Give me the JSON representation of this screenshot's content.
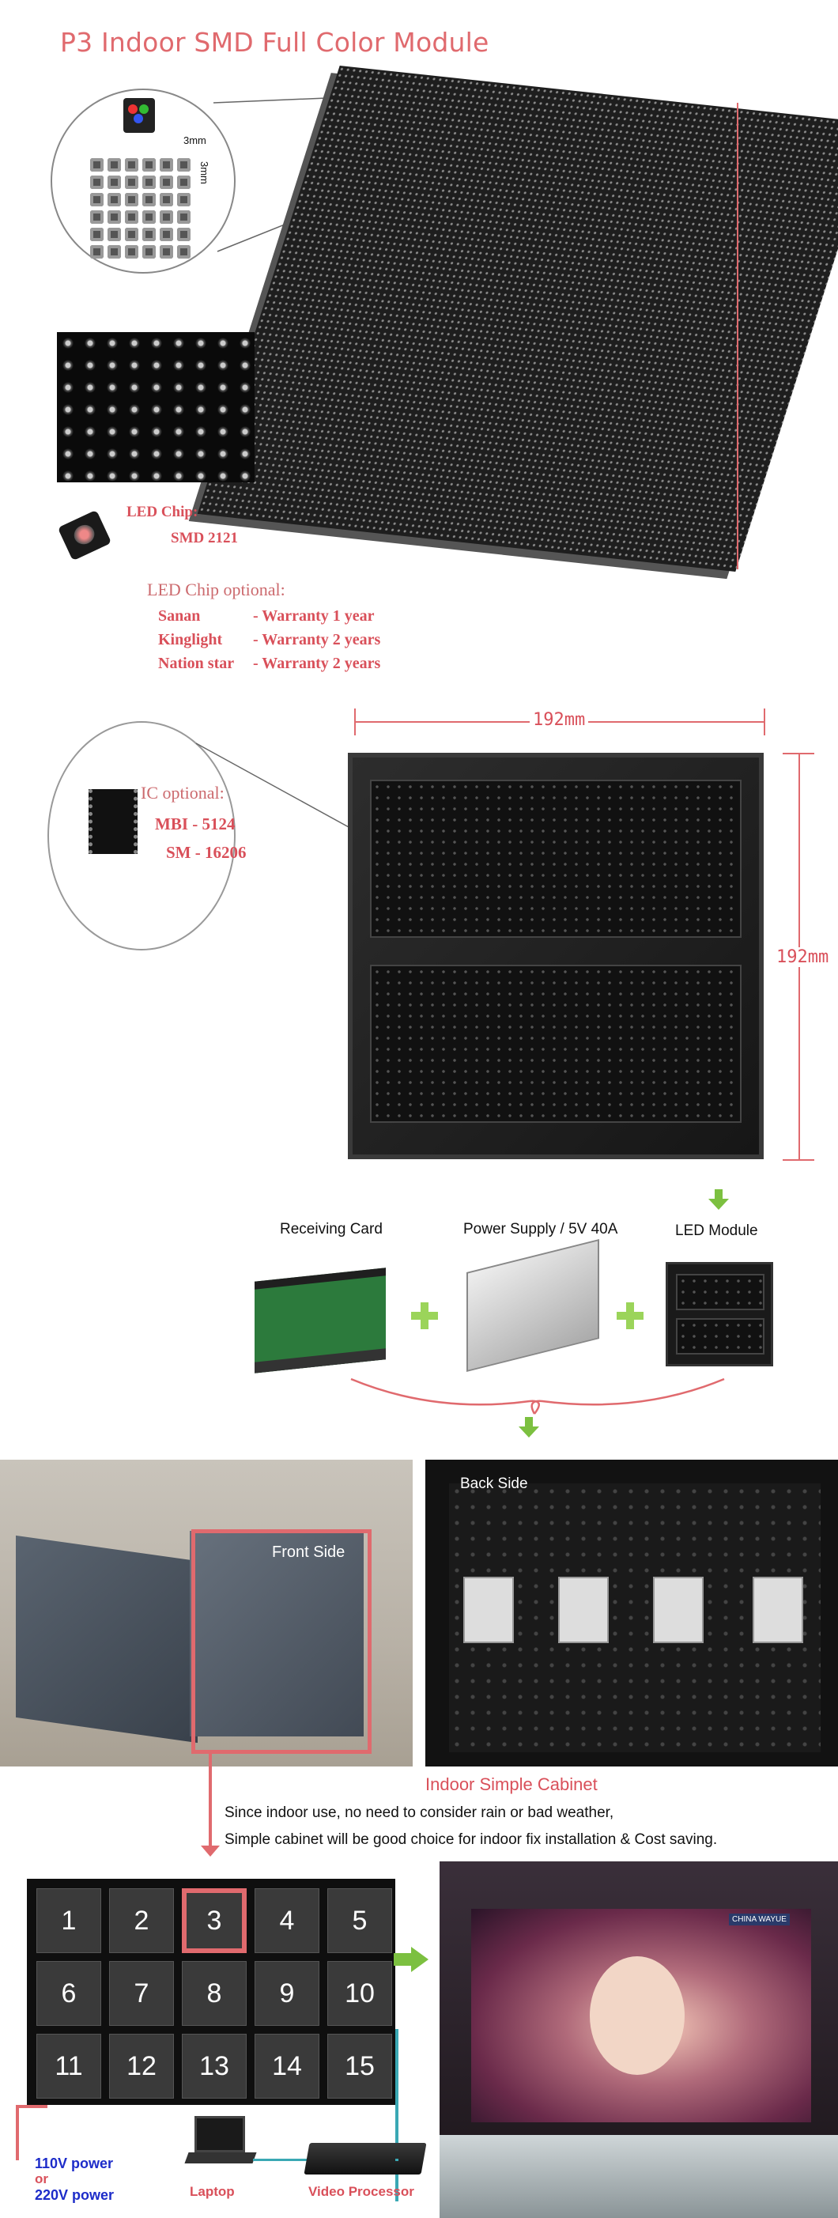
{
  "title": "P3 Indoor SMD Full Color Module",
  "pixel_dim_h": "3mm",
  "pixel_dim_v": "3mm",
  "led_chip": {
    "label": "LED Chip:",
    "value": "SMD 2121"
  },
  "led_chip_optional": {
    "heading": "LED Chip optional:",
    "items": [
      {
        "brand": "Sanan",
        "warranty": "- Warranty 1 year"
      },
      {
        "brand": "Kinglight",
        "warranty": "- Warranty 2 years"
      },
      {
        "brand": "Nation star",
        "warranty": "- Warranty 2 years"
      }
    ]
  },
  "ic_optional": {
    "heading": "IC optional:",
    "items": [
      "MBI - 5124",
      "SM - 16206"
    ]
  },
  "dims": {
    "width": "192mm",
    "height": "192mm"
  },
  "components": {
    "receiving_card": "Receiving Card",
    "power_supply": "Power Supply / 5V 40A",
    "led_module": "LED Module"
  },
  "cabinet": {
    "front_label": "Front Side",
    "back_label": "Back Side",
    "heading": "Indoor Simple Cabinet",
    "line1": "Since indoor use, no need to consider rain or bad weather,",
    "line2": "Simple cabinet will be good choice for indoor fix installation & Cost saving."
  },
  "grid_numbers": [
    "1",
    "2",
    "3",
    "4",
    "5",
    "6",
    "7",
    "8",
    "9",
    "10",
    "11",
    "12",
    "13",
    "14",
    "15"
  ],
  "grid_highlight_index": 2,
  "screen_brand": "CHINA WAYUE",
  "power": {
    "line1": "110V power",
    "line2": "or",
    "line3": "220V power"
  },
  "laptop_label": "Laptop",
  "video_processor_label": "Video Processor",
  "colors": {
    "accent": "#e06a6e",
    "green": "#7cc040",
    "blue": "#1d2cc9"
  }
}
